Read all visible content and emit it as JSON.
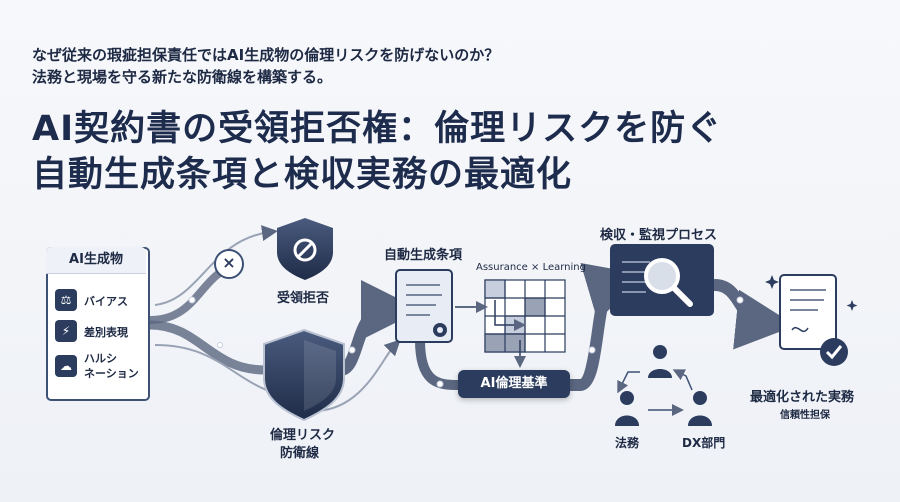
{
  "header": {
    "subtitle_line1": "なぜ従来の瑕疵担保責任ではAI生成物の倫理リスクを防げないのか？",
    "subtitle_line2": "法務と現場を守る新たな防衛線を構築する。",
    "title_line1": "AI契約書の受領拒否権：倫理リスクを防ぐ",
    "title_line2": "自動生成条項と検収実務の最適化"
  },
  "ai_output": {
    "title": "AI生成物",
    "items": [
      {
        "label": "バイアス",
        "icon": "bias-icon"
      },
      {
        "label": "差別表現",
        "icon": "discrimination-icon"
      },
      {
        "label_line1": "ハルシ",
        "label_line2": "ネーション",
        "icon": "hallucination-icon"
      }
    ]
  },
  "reject": {
    "label": "受領拒否",
    "icon": "ban-shield-icon",
    "mark": "×"
  },
  "defense": {
    "label_line1": "倫理リスク",
    "label_line2": "防衛線",
    "icon": "shield-icon"
  },
  "auto_clause": {
    "label": "自動生成条項",
    "icon": "document-gear-icon"
  },
  "matrix": {
    "label": "Assurance × Learning"
  },
  "ai_standard": {
    "label": "AI倫理基準"
  },
  "inspection": {
    "label": "検収・監視プロセス",
    "icon": "magnifier-screen-icon"
  },
  "team": {
    "legal": "法務",
    "dx": "DX部門",
    "icons": [
      "person-icon",
      "female-person-icon",
      "male-person-icon"
    ]
  },
  "result": {
    "label": "最適化された実務",
    "sublabel": "信頼性担保",
    "icon": "signed-document-check-icon"
  },
  "colors": {
    "navy": "#2c3c5e",
    "flow": "#5b6780",
    "background": "#f3f5f9"
  }
}
